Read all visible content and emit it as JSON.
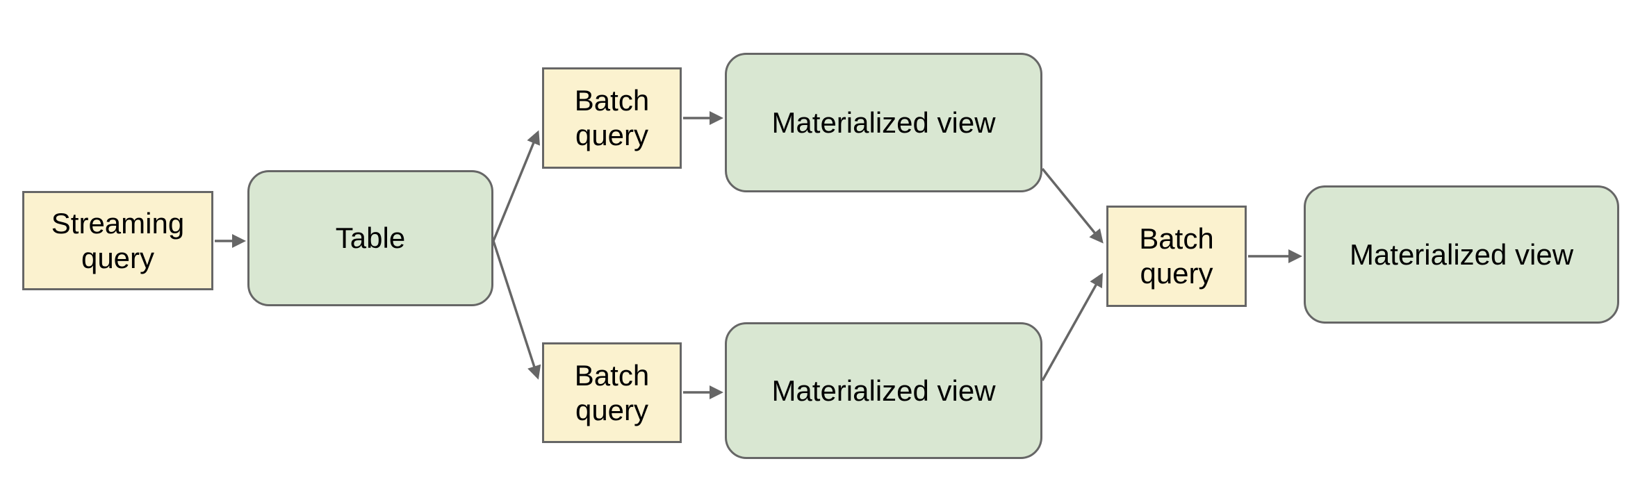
{
  "diagram": {
    "background": "#ffffff",
    "colors": {
      "yellow_node_fill": "#FBF2CF",
      "green_node_fill": "#D9E7D2",
      "node_border": "#666666",
      "arrow": "#666666",
      "text": "#000000"
    },
    "nodes": [
      {
        "id": "streaming-query",
        "label": "Streaming query",
        "shape": "rectangle",
        "fill": "yellow"
      },
      {
        "id": "table",
        "label": "Table",
        "shape": "rounded",
        "fill": "green"
      },
      {
        "id": "batch-query-top",
        "label": "Batch query",
        "shape": "rectangle",
        "fill": "yellow"
      },
      {
        "id": "materialized-view-top",
        "label": "Materialized view",
        "shape": "rounded",
        "fill": "green"
      },
      {
        "id": "batch-query-bottom",
        "label": "Batch query",
        "shape": "rectangle",
        "fill": "yellow"
      },
      {
        "id": "materialized-view-bottom",
        "label": "Materialized view",
        "shape": "rounded",
        "fill": "green"
      },
      {
        "id": "batch-query-right",
        "label": "Batch query",
        "shape": "rectangle",
        "fill": "yellow"
      },
      {
        "id": "materialized-view-right",
        "label": "Materialized view",
        "shape": "rounded",
        "fill": "green"
      }
    ],
    "edges": [
      {
        "from": "streaming-query",
        "to": "table"
      },
      {
        "from": "table",
        "to": "batch-query-top"
      },
      {
        "from": "table",
        "to": "batch-query-bottom"
      },
      {
        "from": "batch-query-top",
        "to": "materialized-view-top"
      },
      {
        "from": "batch-query-bottom",
        "to": "materialized-view-bottom"
      },
      {
        "from": "materialized-view-top",
        "to": "batch-query-right"
      },
      {
        "from": "materialized-view-bottom",
        "to": "batch-query-right"
      },
      {
        "from": "batch-query-right",
        "to": "materialized-view-right"
      }
    ]
  }
}
